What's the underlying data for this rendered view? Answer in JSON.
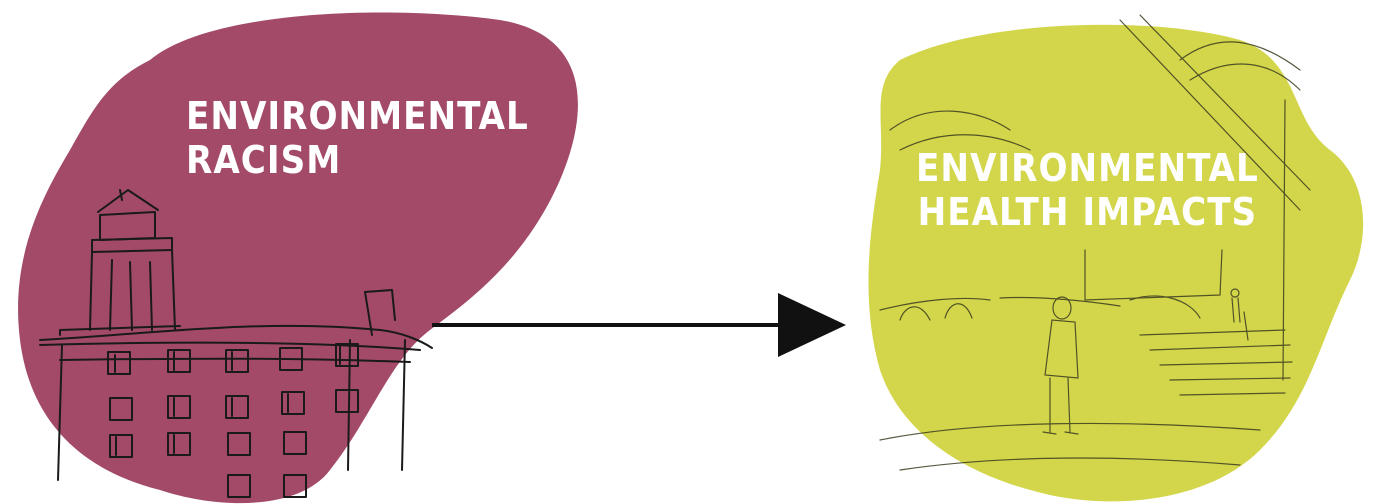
{
  "left_node": {
    "title_line1": "ENVIRONMENTAL",
    "title_line2": "RACISM",
    "fill": "#a34a69",
    "illustration": "building-sketch"
  },
  "right_node": {
    "title_line1": "ENVIRONMENTAL",
    "title_line2": "HEALTH IMPACTS",
    "fill": "#d3d64a",
    "illustration": "street-scene-sketch"
  },
  "connector": {
    "type": "arrow",
    "direction": "left-to-right",
    "color": "#111111"
  }
}
